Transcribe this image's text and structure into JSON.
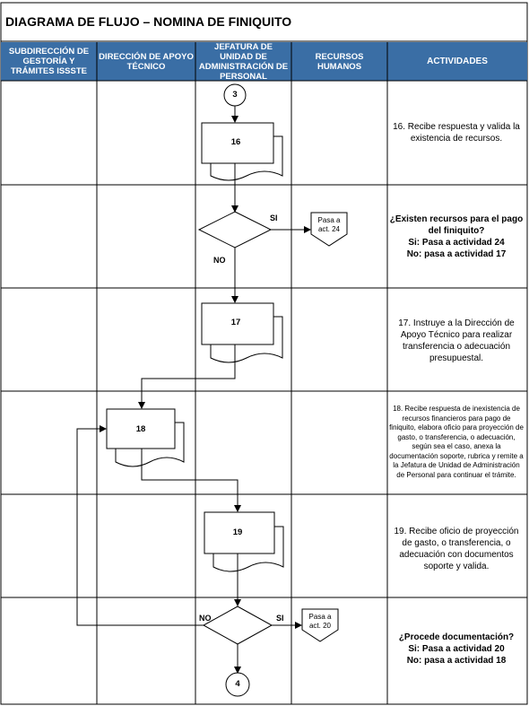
{
  "title": "DIAGRAMA DE FLUJO – NOMINA DE FINIQUITO",
  "colors": {
    "header_bg": "#3a6ea5",
    "border": "#000000"
  },
  "columns": [
    "SUBDIRECCIÓN DE GESTORÍA Y TRÁMITES ISSSTE",
    "DIRECCIÓN DE APOYO TÉCNICO",
    "JEFATURA DE UNIDAD DE ADMINISTRACIÓN DE PERSONAL",
    "RECURSOS HUMANOS",
    "ACTIVIDADES"
  ],
  "connectors": {
    "start": "3",
    "end": "4"
  },
  "process_boxes": [
    "16",
    "17",
    "18",
    "19"
  ],
  "decisions": [
    {
      "yes_label": "SI",
      "no_label": "NO",
      "offpage": [
        "Pasa a",
        "act. 24"
      ]
    },
    {
      "yes_label": "SI",
      "no_label": "NO",
      "offpage": [
        "Pasa a",
        "act. 20"
      ]
    }
  ],
  "activities": [
    "16. Recibe respuesta y valida la existencia de recursos.",
    "¿Existen recursos para el pago del finiquito?\nSi: Pasa a actividad 24\nNo: pasa a actividad 17",
    "17. Instruye a la Dirección de Apoyo Técnico para realizar transferencia o adecuación presupuestal.",
    "18. Recibe respuesta de inexistencia de recursos financieros para pago de finiquito, elabora oficio para proyección de gasto, o transferencia, o adecuación, según sea el caso, anexa la documentación soporte, rubrica y remite a la Jefatura de Unidad de Administración de Personal para continuar el trámite.",
    "19. Recibe oficio de proyección de gasto, o transferencia, o adecuación con documentos soporte y valida.",
    "¿Procede documentación?\nSi: Pasa a actividad 20\nNo: pasa a actividad 18"
  ]
}
